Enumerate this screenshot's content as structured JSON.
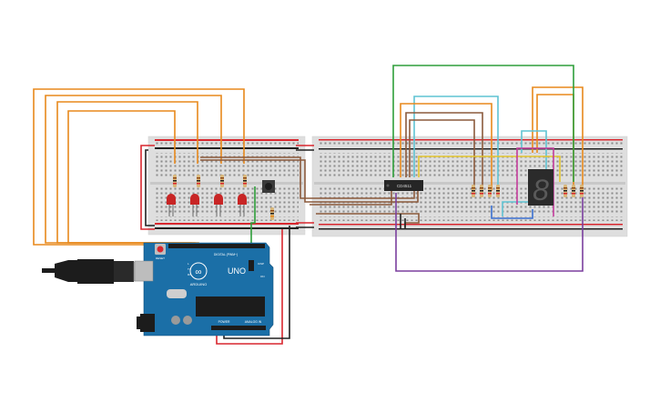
{
  "board": {
    "brand": "ARDUINO",
    "model": "UNO",
    "reset_label": "RESET",
    "icsp_label": "ICSP",
    "digital_label": "DIGITAL (PWM~)",
    "power_label": "POWER",
    "analog_label": "ANALOG IN",
    "tx_label": "TX",
    "rx_label": "RX",
    "l_label": "L",
    "on_label": "ON"
  },
  "ic": {
    "label": "CD4511"
  },
  "display": {
    "digit": "8"
  },
  "wire_colors": {
    "orange": "#e8891c",
    "brown": "#8b5a3c",
    "green": "#2e9e3a",
    "cyan": "#5fc3d3",
    "purple": "#7b3f9e",
    "magenta": "#c43c9c",
    "yellow": "#e3c52e",
    "red": "#d8262e",
    "black": "#202020"
  }
}
